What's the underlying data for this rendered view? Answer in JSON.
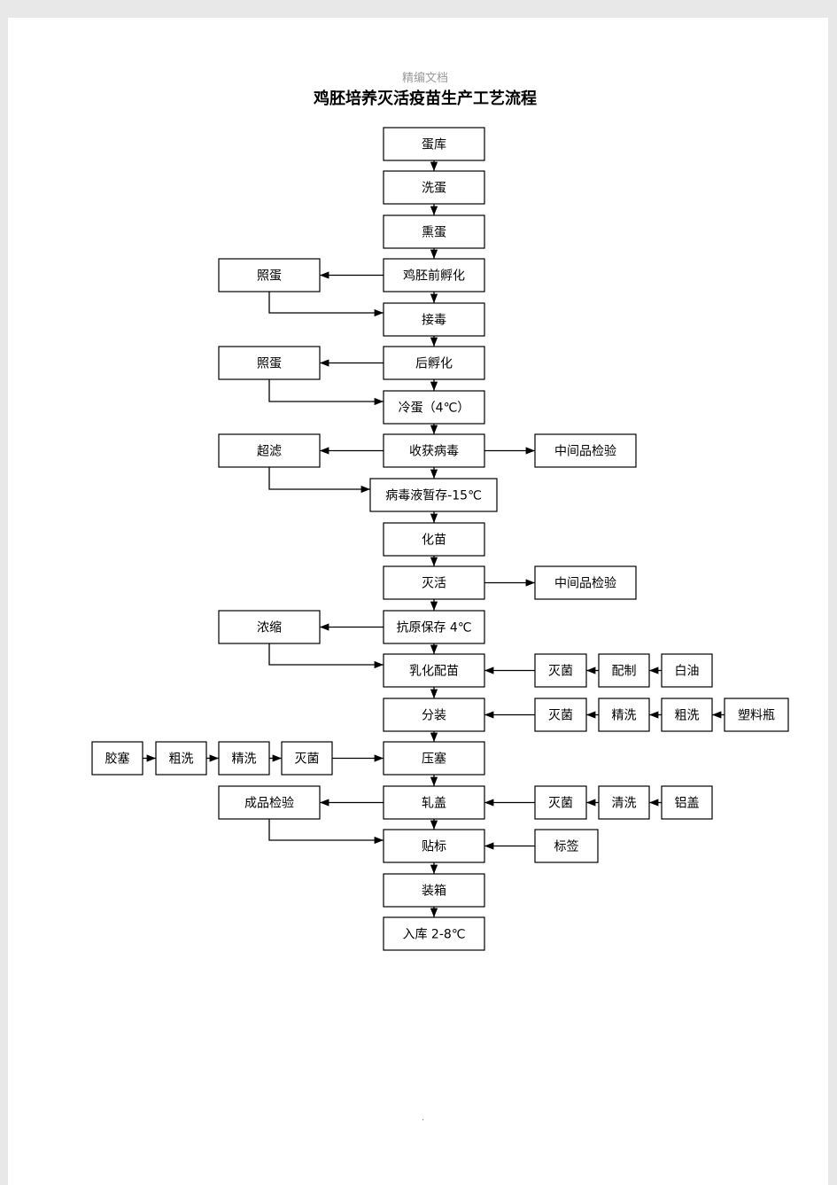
{
  "header": {
    "watermark": "精编文档",
    "title": "鸡胚培养灭活疫苗生产工艺流程"
  },
  "footer": {
    "mark": "."
  },
  "nodes": {
    "main_egg_storage": "蛋库",
    "main_wash_eggs": "洗蛋",
    "main_fumigate": "熏蛋",
    "main_pre_incubation": "鸡胚前孵化",
    "main_inoculate": "接毒",
    "main_post_incubation": "后孵化",
    "main_cool_eggs": "冷蛋（4℃）",
    "main_harvest": "收获病毒",
    "main_temp_storage": "病毒液暂存-15℃",
    "main_dilute": "化苗",
    "main_inactivate": "灭活",
    "main_antigen_storage": "抗原保存 4℃",
    "main_emulsify": "乳化配苗",
    "main_fill": "分装",
    "main_stopper": "压塞",
    "main_cap": "轧盖",
    "main_label": "贴标",
    "main_box": "装箱",
    "main_warehouse": "入库 2-8℃",
    "candle_1": "照蛋",
    "candle_2": "照蛋",
    "ultrafilter": "超滤",
    "qc_1": "中间品检验",
    "qc_2": "中间品检验",
    "concentrate": "浓缩",
    "final_inspection": "成品检验",
    "oil_sterilize": "灭菌",
    "oil_prepare": "配制",
    "white_oil": "白油",
    "bottle_sterilize": "灭菌",
    "bottle_fine_wash": "精洗",
    "bottle_rough_wash": "粗洗",
    "plastic_bottle": "塑料瓶",
    "rubber_stopper": "胶塞",
    "stopper_rough_wash": "粗洗",
    "stopper_fine_wash": "精洗",
    "stopper_sterilize": "灭菌",
    "cap_sterilize": "灭菌",
    "cap_wash": "清洗",
    "aluminum_cap": "铝盖",
    "label_material": "标签"
  }
}
